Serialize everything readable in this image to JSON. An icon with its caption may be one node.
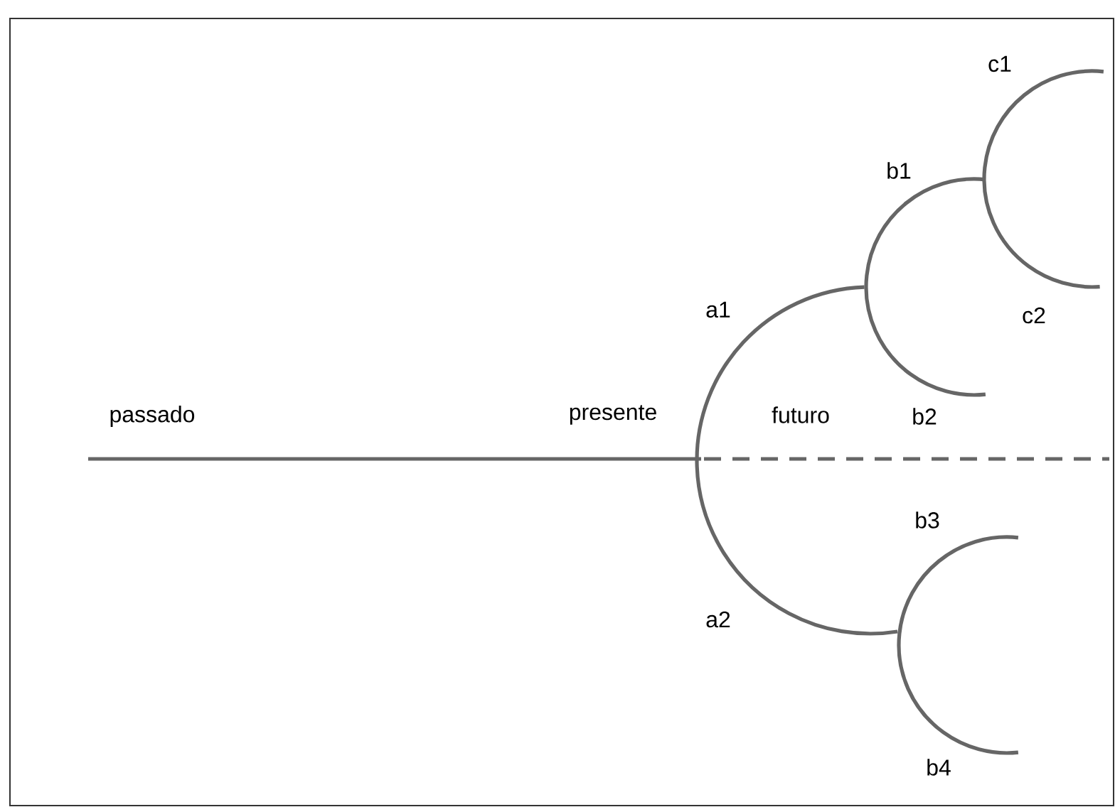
{
  "diagram": {
    "labels": [
      "c1",
      "b1",
      "a1",
      "c2",
      "passado",
      "presente",
      "futuro",
      "b2",
      "b3",
      "a2",
      "b4"
    ]
  }
}
